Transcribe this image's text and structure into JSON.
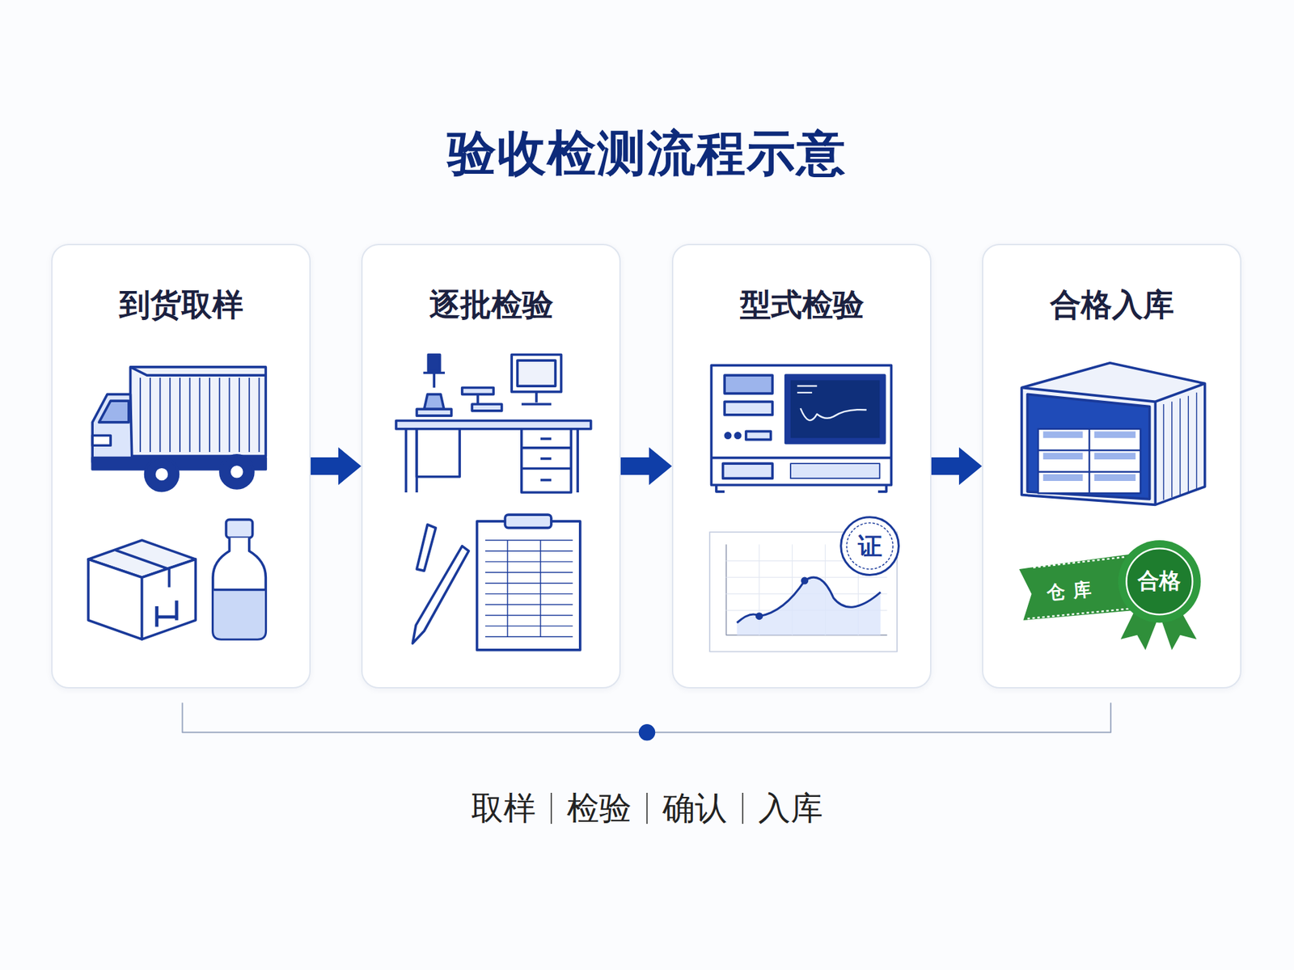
{
  "diagram": {
    "title": "验收检测流程示意",
    "nodes": [
      {
        "text": [
          "到货取样"
        ]
      },
      {
        "text": [
          "逐批检验"
        ]
      },
      {
        "text": [
          "型式检验"
        ]
      },
      {
        "text": [
          "合格入库"
        ]
      }
    ],
    "edges": [
      {
        "from": 0,
        "to": 1,
        "arrow": "to"
      },
      {
        "from": 1,
        "to": 2,
        "arrow": "to"
      },
      {
        "from": 2,
        "to": 3,
        "arrow": "to"
      }
    ],
    "labels": [
      "证",
      "仓库",
      "合格",
      "取样",
      "检验",
      "确认",
      "入库"
    ]
  }
}
